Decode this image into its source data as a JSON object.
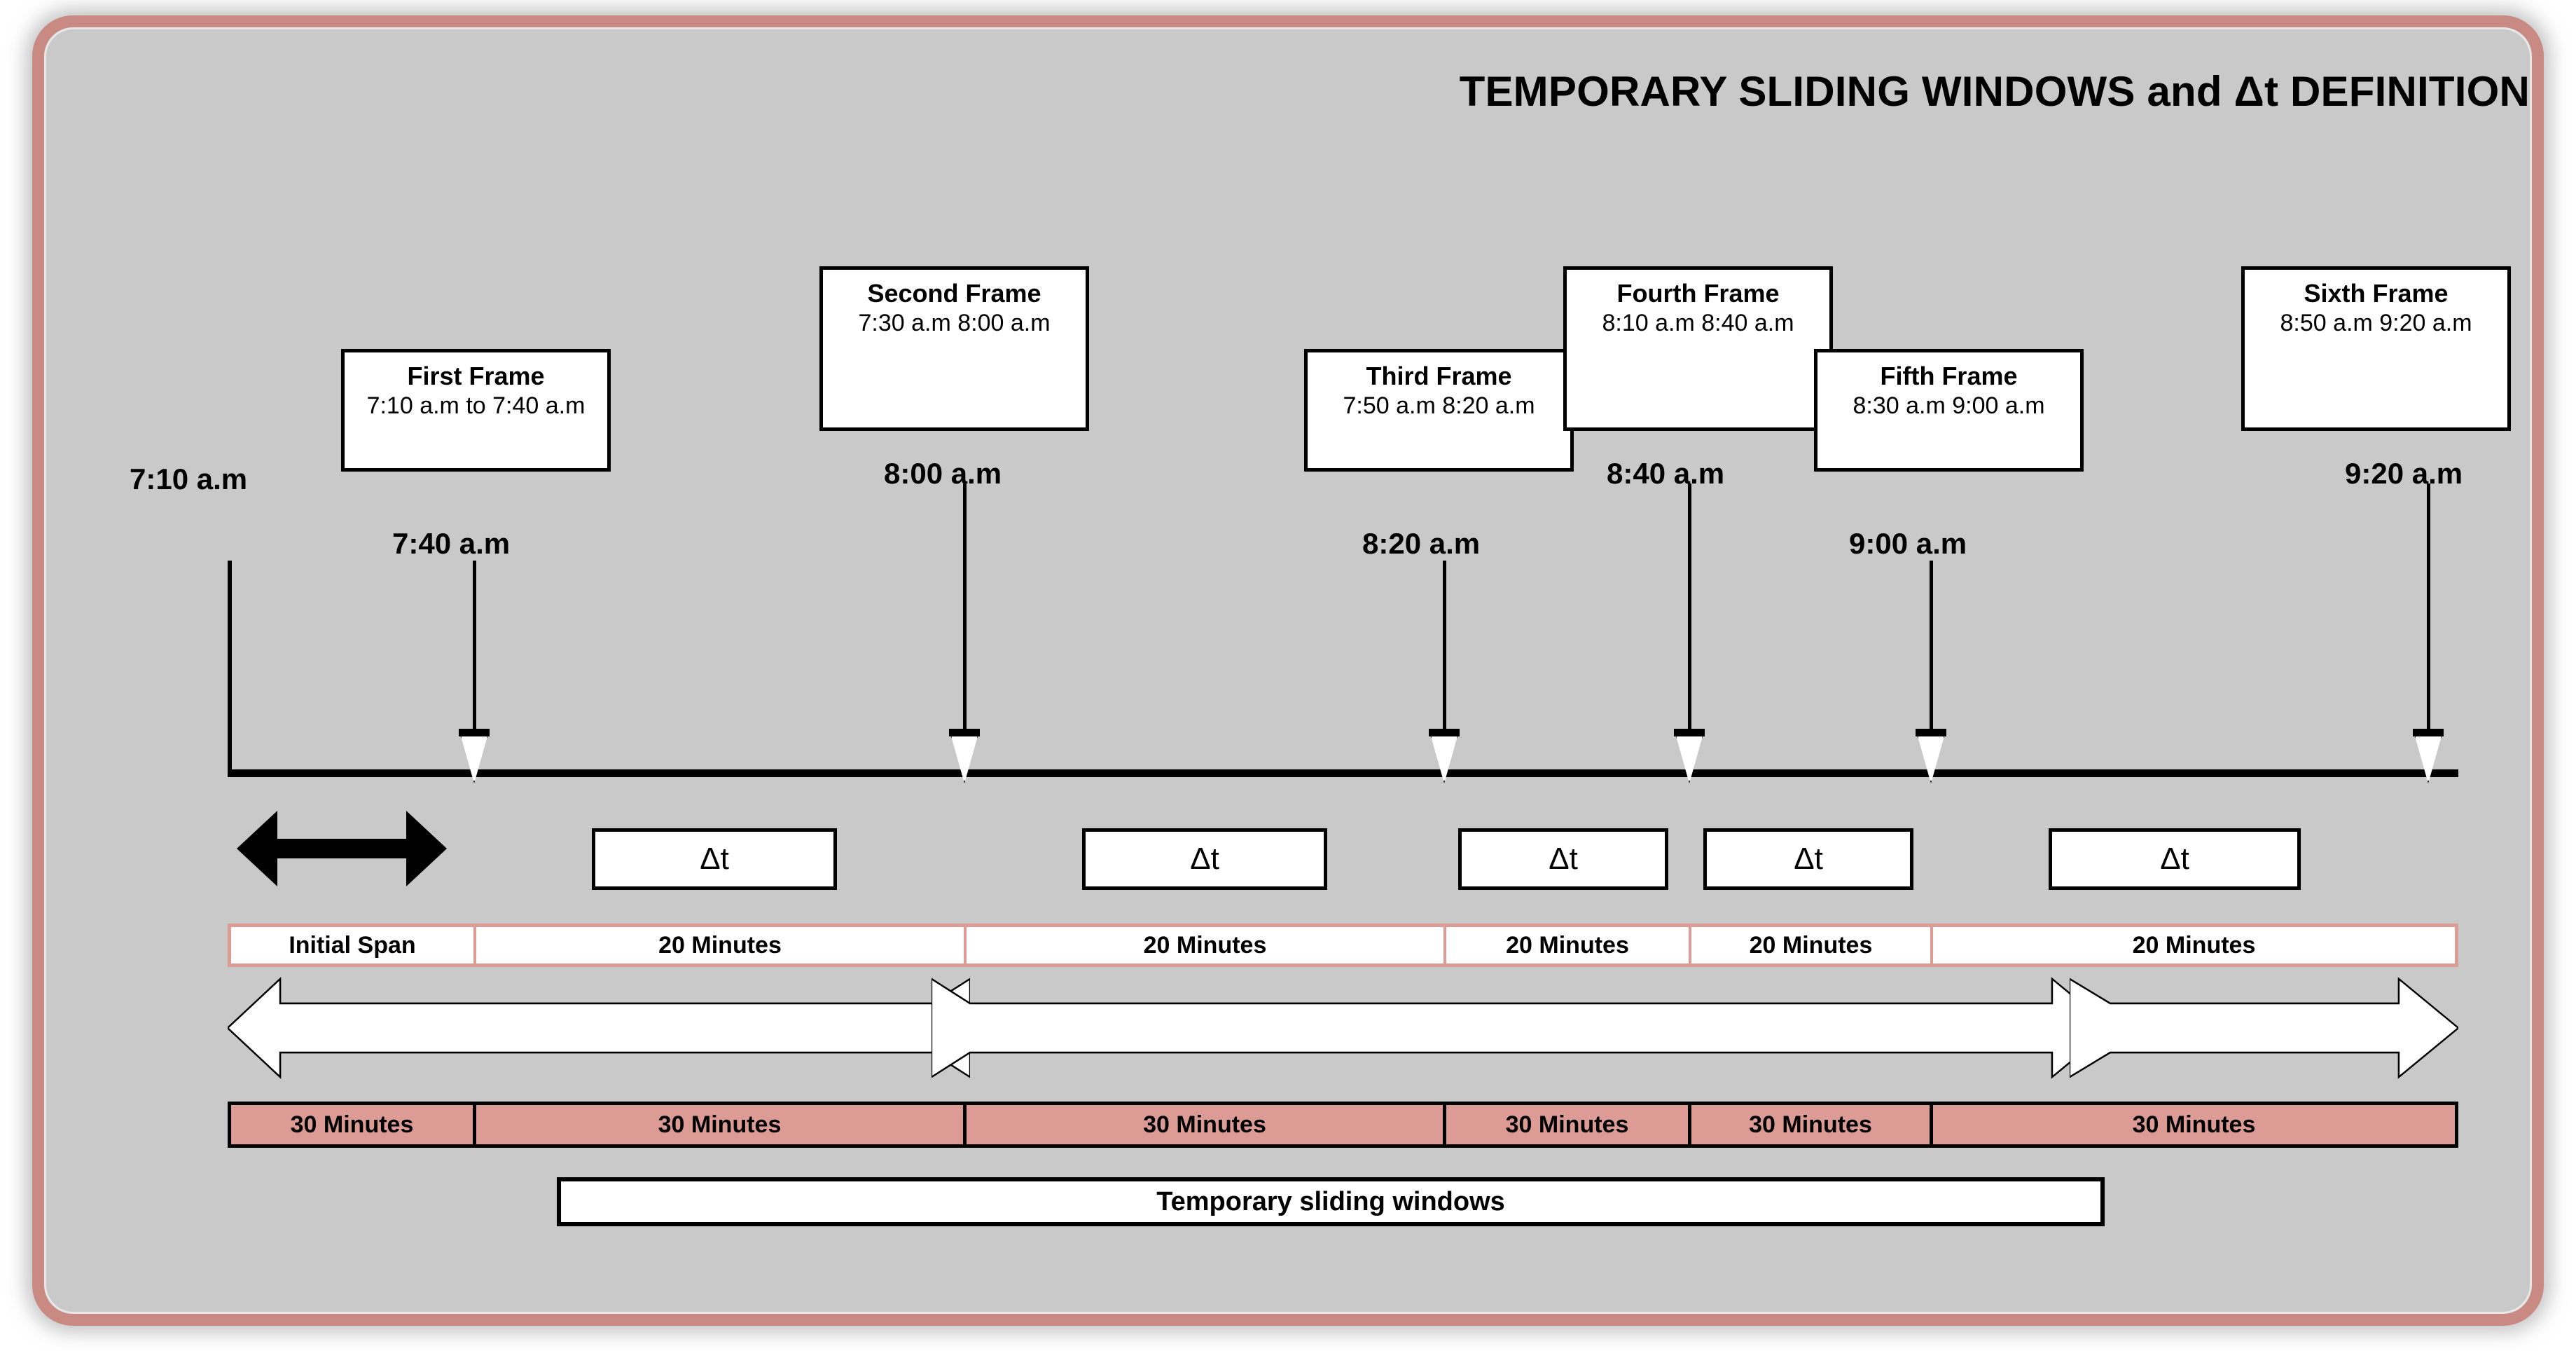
{
  "title": "TEMPORARY SLIDING WINDOWS and Δt DEFINITION",
  "colors": {
    "frame_border": "#c98a84",
    "canvas": "#c9c9c9",
    "salmon": "#dc9b94",
    "ink": "#000000",
    "box_fill": "#ffffff"
  },
  "frames": [
    {
      "name": "First Frame",
      "range": "7:10 a.m to 7:40 a.m"
    },
    {
      "name": "Second Frame",
      "range": "7:30 a.m 8:00 a.m"
    },
    {
      "name": "Third Frame",
      "range": "7:50 a.m 8:20 a.m"
    },
    {
      "name": "Fourth Frame",
      "range": "8:10 a.m 8:40 a.m"
    },
    {
      "name": "Fifth Frame",
      "range": "8:30 a.m 9:00 a.m"
    },
    {
      "name": "Sixth Frame",
      "range": "8:50 a.m 9:20 a.m"
    }
  ],
  "timestamps": {
    "origin": "7:10 a.m",
    "marks": [
      "7:40 a.m",
      "8:00 a.m",
      "8:20 a.m",
      "8:40 a.m",
      "9:00 a.m",
      "9:20 a.m"
    ]
  },
  "delta_boxes": [
    {
      "label": "Δt"
    },
    {
      "label": "Δt"
    },
    {
      "label": "Δt"
    },
    {
      "label": "Δt"
    },
    {
      "label": "Δt"
    }
  ],
  "span_row": {
    "cells": [
      "Initial Span",
      "20 Minutes",
      "20 Minutes",
      "20 Minutes",
      "20 Minutes",
      "20 Minutes"
    ]
  },
  "duration_row": {
    "cells": [
      "30 Minutes",
      "30 Minutes",
      "30 Minutes",
      "30 Minutes",
      "30 Minutes",
      "30 Minutes"
    ]
  },
  "caption": "Temporary sliding windows",
  "chart_data": {
    "type": "timeline",
    "title": "TEMPORARY SLIDING WINDOWS and Δt DEFINITION",
    "axis_start_label": "7:10 a.m",
    "tick_labels": [
      "7:40 a.m",
      "8:00 a.m",
      "8:20 a.m",
      "8:40 a.m",
      "9:00 a.m",
      "9:20 a.m"
    ],
    "window_starts": [
      "7:10 a.m",
      "7:30 a.m",
      "7:50 a.m",
      "8:10 a.m",
      "8:30 a.m",
      "8:50 a.m"
    ],
    "window_ends": [
      "7:40 a.m",
      "8:00 a.m",
      "8:20 a.m",
      "8:40 a.m",
      "9:00 a.m",
      "9:20 a.m"
    ],
    "window_length_minutes": 30,
    "step_minutes": 20,
    "initial_span_label": "Initial Span",
    "delta_t_count": 5,
    "xlabel": "",
    "ylabel": "",
    "grid": false,
    "legend": "none"
  }
}
